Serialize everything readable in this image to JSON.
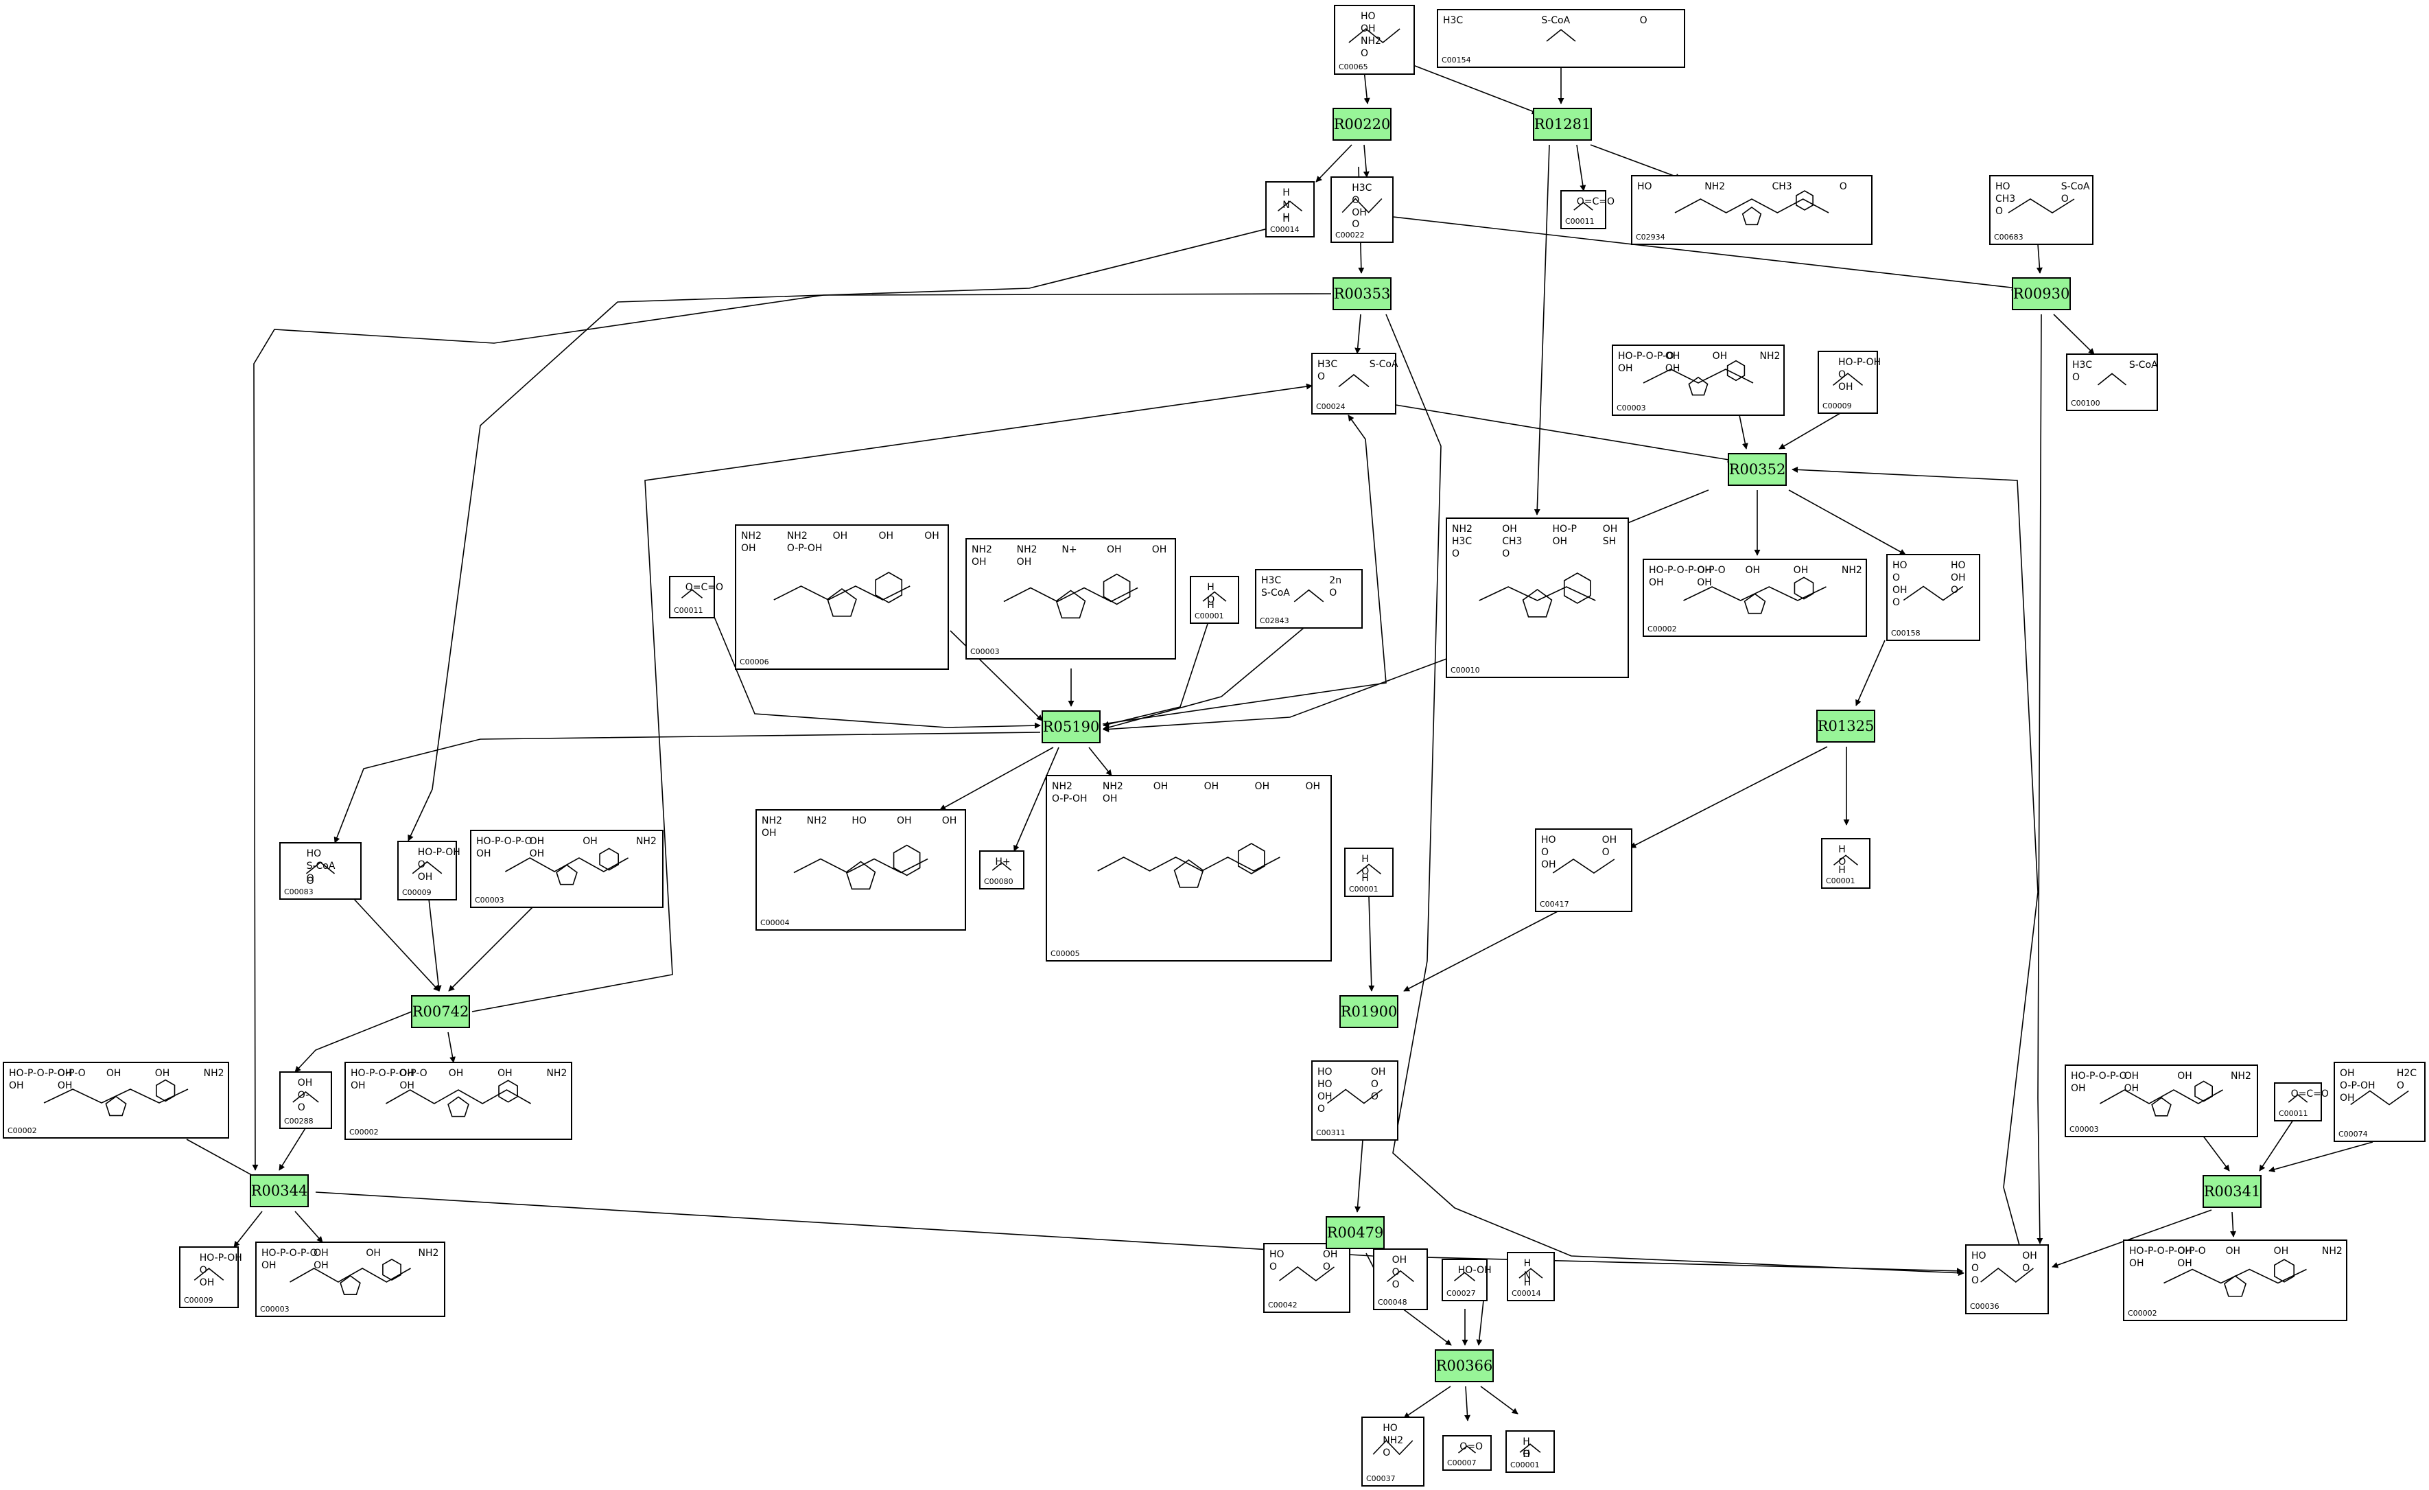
{
  "compounds": [
    {
      "id": "C00065",
      "atoms": [
        "HO",
        "OH",
        "NH2",
        "O"
      ]
    },
    {
      "id": "C00154",
      "atoms": [
        "H3C",
        "S-CoA",
        "O"
      ]
    },
    {
      "id": "C00014",
      "atoms": [
        "H",
        "N",
        "H",
        "H"
      ]
    },
    {
      "id": "C00022",
      "atoms": [
        "H3C",
        "O",
        "OH",
        "O"
      ]
    },
    {
      "id": "C00011",
      "atoms": [
        "O=C=O"
      ]
    },
    {
      "id": "C02934",
      "atoms": [
        "HO",
        "NH2",
        "CH3",
        "O"
      ]
    },
    {
      "id": "C00683",
      "atoms": [
        "HO",
        "S-CoA",
        "CH3",
        "O",
        "O"
      ]
    },
    {
      "id": "C00024",
      "atoms": [
        "H3C",
        "S-CoA",
        "O"
      ]
    },
    {
      "id": "C00100",
      "atoms": [
        "H3C",
        "S-CoA",
        "O"
      ]
    },
    {
      "id": "C00003",
      "atoms": [
        "HO-P-O-P-O",
        "OH",
        "OH",
        "NH2",
        "OH",
        "OH"
      ]
    },
    {
      "id": "C00009",
      "atoms": [
        "HO-P-OH",
        "O",
        "OH"
      ]
    },
    {
      "id": "C00011",
      "atoms": [
        "O=C=O"
      ]
    },
    {
      "id": "C00006",
      "atoms": [
        "NH2",
        "NH2",
        "OH",
        "OH",
        "OH",
        "OH",
        "O-P-OH"
      ]
    },
    {
      "id": "C00003",
      "atoms": [
        "NH2",
        "NH2",
        "N+",
        "OH",
        "OH",
        "OH",
        "OH"
      ]
    },
    {
      "id": "C00001",
      "atoms": [
        "H",
        "O",
        "H"
      ]
    },
    {
      "id": "C02843",
      "atoms": [
        "H3C",
        "2n",
        "S-CoA",
        "O"
      ]
    },
    {
      "id": "C00010",
      "atoms": [
        "NH2",
        "OH",
        "HO-P",
        "OH",
        "H3C",
        "CH3",
        "OH",
        "SH",
        "O",
        "O"
      ]
    },
    {
      "id": "C00002",
      "atoms": [
        "HO-P-O-P-O-P-O",
        "OH",
        "OH",
        "OH",
        "NH2",
        "OH",
        "OH"
      ]
    },
    {
      "id": "C00158",
      "atoms": [
        "HO",
        "HO",
        "O",
        "OH",
        "OH",
        "O",
        "O"
      ]
    },
    {
      "id": "C00083",
      "atoms": [
        "HO",
        "S-CoA",
        "O",
        "O"
      ]
    },
    {
      "id": "C00009",
      "atoms": [
        "HO-P-OH",
        "O",
        "OH"
      ]
    },
    {
      "id": "C00003",
      "atoms": [
        "HO-P-O-P-O",
        "OH",
        "OH",
        "NH2",
        "OH",
        "OH"
      ]
    },
    {
      "id": "C00004",
      "atoms": [
        "NH2",
        "NH2",
        "HO",
        "OH",
        "OH",
        "OH"
      ]
    },
    {
      "id": "C00080",
      "atoms": [
        "H+"
      ]
    },
    {
      "id": "C00005",
      "atoms": [
        "NH2",
        "NH2",
        "OH",
        "OH",
        "OH",
        "OH",
        "O-P-OH",
        "OH"
      ]
    },
    {
      "id": "C00001",
      "atoms": [
        "H",
        "O",
        "H"
      ]
    },
    {
      "id": "C00417",
      "atoms": [
        "HO",
        "OH",
        "O",
        "O",
        "OH"
      ]
    },
    {
      "id": "C00001",
      "atoms": [
        "H",
        "O",
        "H"
      ]
    },
    {
      "id": "C00002",
      "atoms": [
        "HO-P-O-P-O-P-O",
        "OH",
        "OH",
        "OH",
        "NH2",
        "OH",
        "OH"
      ]
    },
    {
      "id": "C00288",
      "atoms": [
        "OH",
        "O-",
        "O"
      ]
    },
    {
      "id": "C00002",
      "atoms": [
        "HO-P-O-P-O-P-O",
        "OH",
        "OH",
        "OH",
        "NH2",
        "OH",
        "OH"
      ]
    },
    {
      "id": "C00311",
      "atoms": [
        "HO",
        "OH",
        "HO",
        "O",
        "OH",
        "O",
        "O"
      ]
    },
    {
      "id": "C00003",
      "atoms": [
        "HO-P-O-P-O",
        "OH",
        "OH",
        "NH2",
        "OH",
        "OH"
      ]
    },
    {
      "id": "C00011",
      "atoms": [
        "O=C=O"
      ]
    },
    {
      "id": "C00074",
      "atoms": [
        "OH",
        "H2C",
        "O-P-OH",
        "O",
        "OH"
      ]
    },
    {
      "id": "C00009",
      "atoms": [
        "HO-P-OH",
        "O",
        "OH"
      ]
    },
    {
      "id": "C00003",
      "atoms": [
        "HO-P-O-P-O",
        "OH",
        "OH",
        "NH2",
        "OH",
        "OH"
      ]
    },
    {
      "id": "C00042",
      "atoms": [
        "HO",
        "OH",
        "O",
        "O"
      ]
    },
    {
      "id": "C00048",
      "atoms": [
        "OH",
        "O",
        "O"
      ]
    },
    {
      "id": "C00027",
      "atoms": [
        "HO-OH"
      ]
    },
    {
      "id": "C00014",
      "atoms": [
        "H",
        "N",
        "H",
        "H"
      ]
    },
    {
      "id": "C00036",
      "atoms": [
        "HO",
        "OH",
        "O",
        "O",
        "O"
      ]
    },
    {
      "id": "C00002",
      "atoms": [
        "HO-P-O-P-O-P-O",
        "OH",
        "OH",
        "OH",
        "NH2",
        "OH",
        "OH"
      ]
    },
    {
      "id": "C00037",
      "atoms": [
        "HO",
        "NH2",
        "O"
      ]
    },
    {
      "id": "C00007",
      "atoms": [
        "O=O"
      ]
    },
    {
      "id": "C00001",
      "atoms": [
        "H",
        "O",
        "H"
      ]
    }
  ],
  "reactions": [
    {
      "id": "R00220"
    },
    {
      "id": "R01281"
    },
    {
      "id": "R00353"
    },
    {
      "id": "R00930"
    },
    {
      "id": "R00352"
    },
    {
      "id": "R05190"
    },
    {
      "id": "R01325"
    },
    {
      "id": "R00742"
    },
    {
      "id": "R01900"
    },
    {
      "id": "R00344"
    },
    {
      "id": "R00479"
    },
    {
      "id": "R00341"
    },
    {
      "id": "R00366"
    }
  ]
}
